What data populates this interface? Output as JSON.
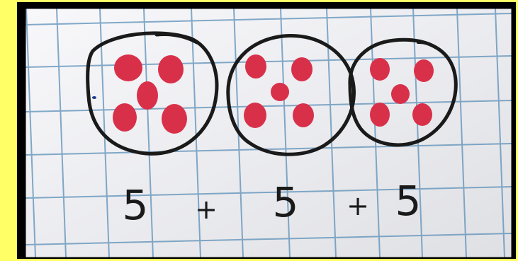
{
  "scene": {
    "background_color": "#ffff66",
    "frame_color": "#000000",
    "paper_color": "#f2f2f4",
    "grid_color": "#5b8fb8",
    "ink_color": "#1a1a1a",
    "dot_color": "#d9304a"
  },
  "groups": [
    {
      "dots": 5
    },
    {
      "dots": 5
    },
    {
      "dots": 5
    }
  ],
  "equation": {
    "term1": "5",
    "op1": "+",
    "term2": "5",
    "op2": "+",
    "term3": "5"
  }
}
